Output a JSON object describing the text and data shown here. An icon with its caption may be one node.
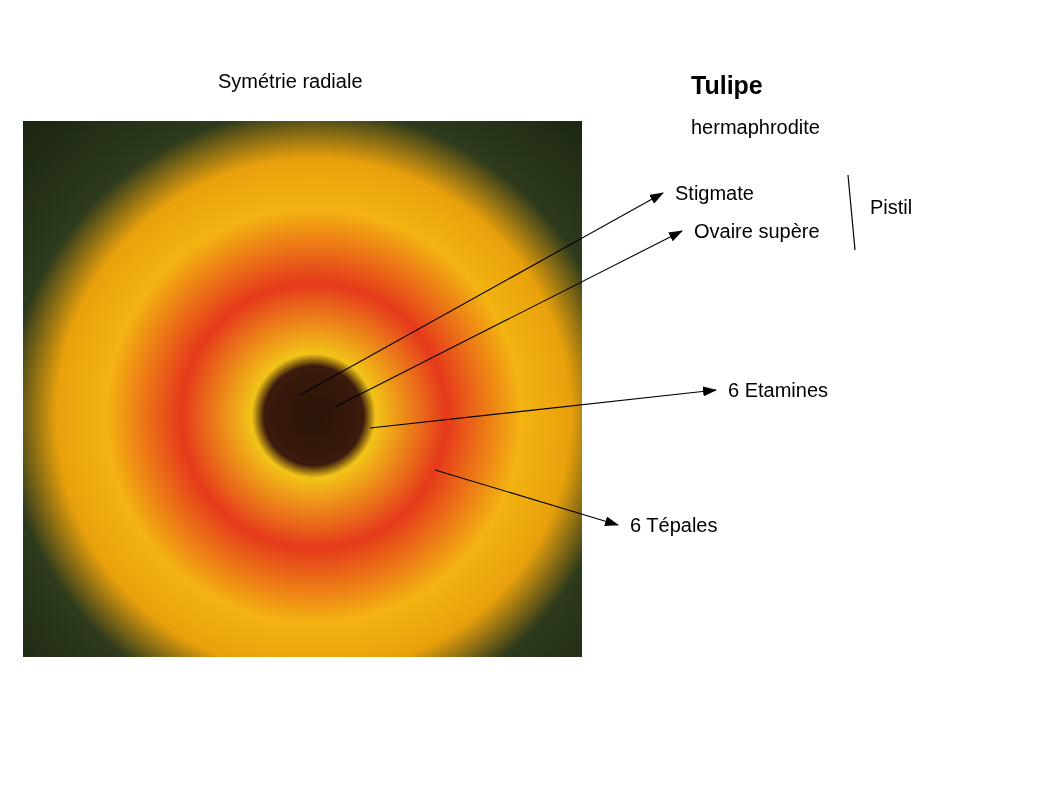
{
  "diagram": {
    "title": "Tulipe",
    "nodes": [
      {
        "text": [
          "Stigmate"
        ]
      },
      {
        "text": [
          "Ovaire supère"
        ]
      },
      {
        "text": [
          "Pistil"
        ]
      },
      {
        "text": [
          "6 Etamines"
        ]
      },
      {
        "text": [
          "6 Tépales"
        ]
      }
    ],
    "edges": [
      {
        "from": null,
        "to": 0,
        "arrow": "to"
      },
      {
        "from": null,
        "to": 1,
        "arrow": "to"
      },
      {
        "from": null,
        "to": 3,
        "arrow": "to"
      },
      {
        "from": null,
        "to": 4,
        "arrow": "to"
      }
    ],
    "labels": [
      "Symétrie radiale",
      "hermaphrodite"
    ]
  }
}
